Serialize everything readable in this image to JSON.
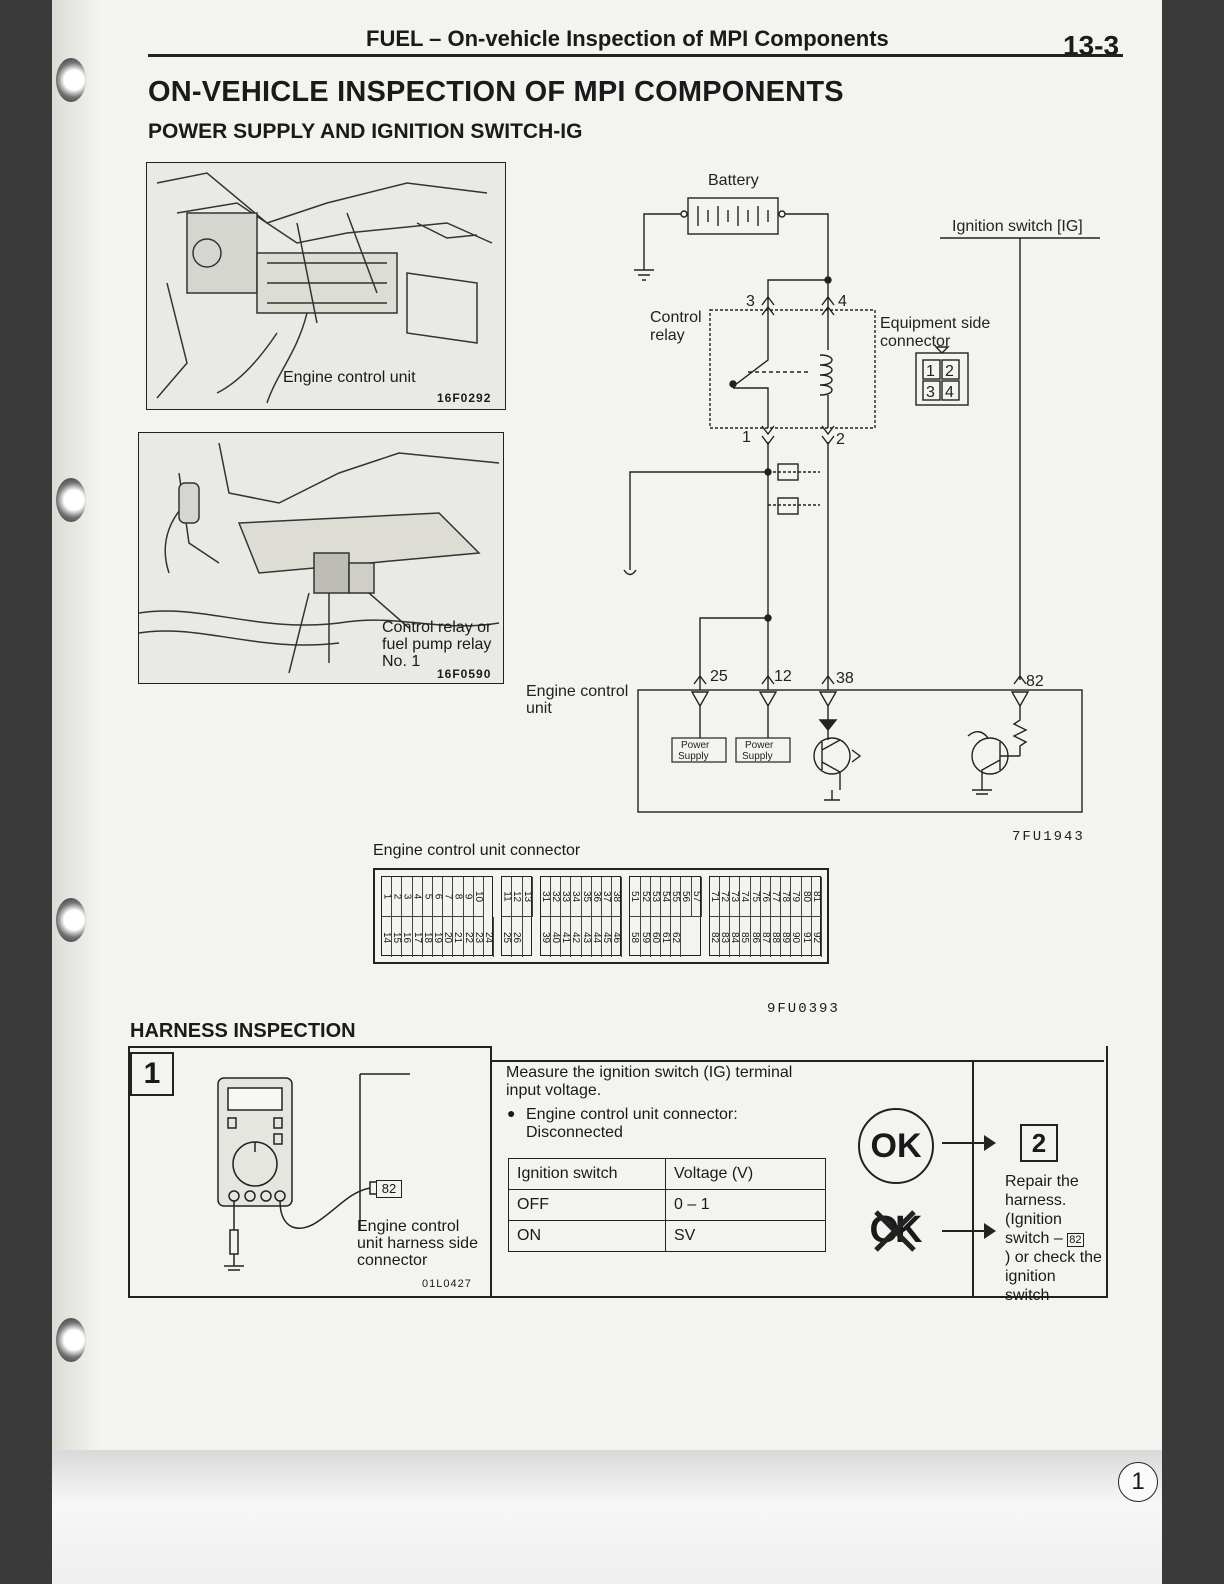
{
  "header": {
    "section_title": "FUEL – On-vehicle Inspection of MPI Components",
    "page_number": "13-3"
  },
  "main_title": "ON-VEHICLE INSPECTION OF MPI COMPONENTS",
  "section": {
    "title": "POWER SUPPLY AND IGNITION SWITCH-IG"
  },
  "figures": {
    "top_photo": {
      "label": "Engine control unit",
      "code": "16F0292"
    },
    "bottom_photo": {
      "label": "Control relay or fuel pump relay No. 1",
      "code": "16F0590"
    },
    "circuit": {
      "code": "7FU1943",
      "battery": "Battery",
      "ignition_switch": "Ignition switch [IG]",
      "control_relay": "Control relay",
      "equipment_connector": "Equipment side connector",
      "ecu": "Engine control unit",
      "power_supply": "Power Supply",
      "relay_pins": [
        "3",
        "4",
        "1",
        "2"
      ],
      "connector_pins": [
        "1",
        "2",
        "3",
        "4"
      ],
      "ecu_pins": [
        "25",
        "12",
        "38",
        "82"
      ]
    },
    "ecu_connector": {
      "label": "Engine control unit connector",
      "code": "9FU0393",
      "pin_groups": [
        {
          "top": [
            "1",
            "2",
            "3",
            "4",
            "5",
            "6",
            "7",
            "8",
            "9",
            "10"
          ],
          "bottom": [
            "14",
            "15",
            "16",
            "17",
            "18",
            "19",
            "20",
            "21",
            "22",
            "23",
            "24"
          ]
        },
        {
          "top": [
            "11",
            "12",
            "13"
          ],
          "bottom": [
            "25",
            "26"
          ]
        },
        {
          "top": [
            "31",
            "32",
            "33",
            "34",
            "35",
            "36",
            "37",
            "38"
          ],
          "bottom": [
            "39",
            "40",
            "41",
            "42",
            "43",
            "44",
            "45",
            "46"
          ]
        },
        {
          "top": [
            "51",
            "52",
            "53",
            "54",
            "55",
            "56",
            "57"
          ],
          "bottom": [
            "58",
            "59",
            "60",
            "61",
            "62"
          ]
        },
        {
          "top": [
            "71",
            "72",
            "73",
            "74",
            "75",
            "76",
            "77",
            "78",
            "79",
            "80",
            "81"
          ],
          "bottom": [
            "82",
            "83",
            "84",
            "85",
            "86",
            "87",
            "88",
            "89",
            "90",
            "91",
            "92"
          ]
        }
      ]
    }
  },
  "harness": {
    "title": "HARNESS INSPECTION",
    "step_number": "1",
    "meter": {
      "pin": "82",
      "label": "Engine control unit harness side connector",
      "code": "01L0427"
    },
    "instruction": "Measure the ignition switch (IG) terminal input voltage.",
    "bullet": "Engine control unit connector: Disconnected",
    "table": {
      "headers": [
        "Ignition switch",
        "Voltage (V)"
      ],
      "rows": [
        [
          "OFF",
          "0 – 1"
        ],
        [
          "ON",
          "SV"
        ]
      ]
    },
    "ok_label": "OK",
    "ng_label": "OK",
    "next_step": "2",
    "repair_text": [
      "Repair the",
      "harness.",
      "(Ignition",
      "switch –",
      ") or check the",
      "ignition",
      "switch"
    ],
    "repair_pin": "82"
  },
  "footer": {
    "page_mark": "1"
  }
}
